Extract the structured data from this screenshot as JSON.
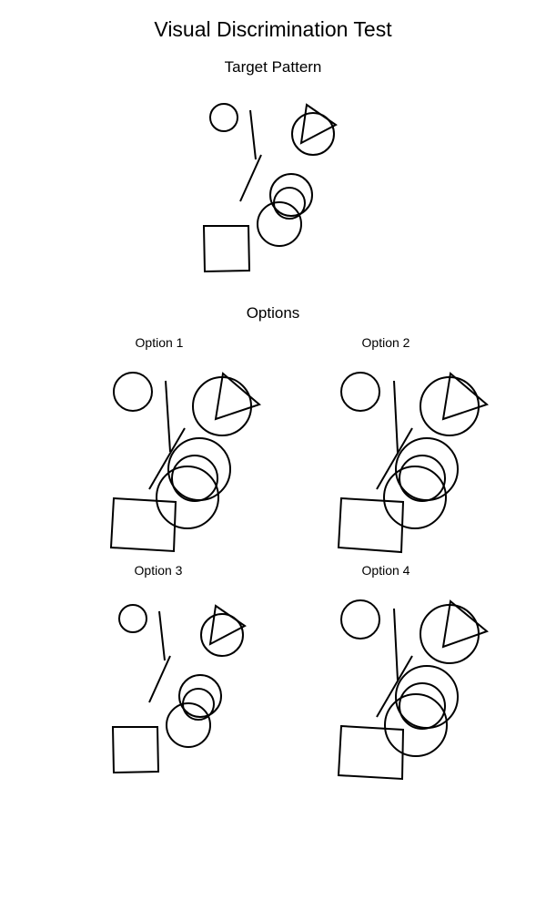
{
  "page": {
    "title": "Visual Discrimination Test",
    "target_heading": "Target Pattern",
    "options_heading": "Options"
  },
  "options": [
    {
      "label": "Option 1"
    },
    {
      "label": "Option 2"
    },
    {
      "label": "Option 3"
    },
    {
      "label": "Option 4"
    }
  ],
  "colors": {
    "background": "#ffffff",
    "stroke": "#000000"
  }
}
